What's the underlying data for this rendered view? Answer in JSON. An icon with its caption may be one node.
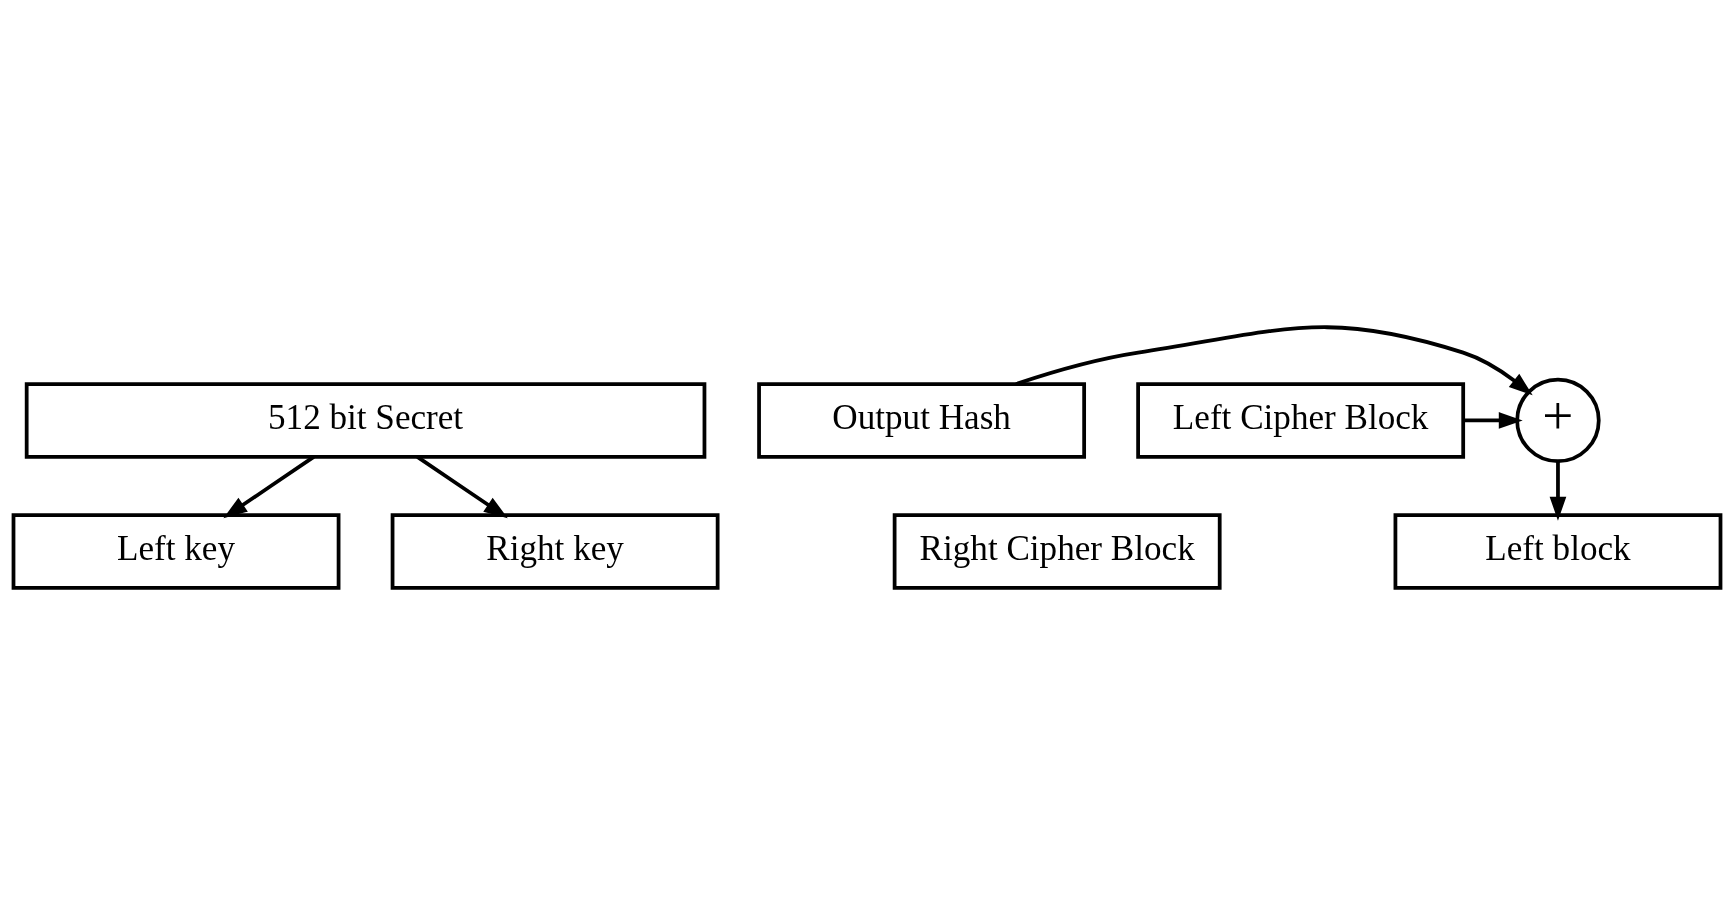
{
  "diagram": {
    "nodes": [
      {
        "text": [
          "512 bit Secret"
        ]
      },
      {
        "text": [
          "Left key"
        ]
      },
      {
        "text": [
          "Right key"
        ]
      },
      {
        "text": [
          "Right Cipher Block"
        ]
      },
      {
        "text": [
          "Output Hash"
        ]
      },
      {
        "text": [
          "+"
        ]
      },
      {
        "text": [
          "Left Cipher Block"
        ]
      },
      {
        "text": [
          "Left block"
        ]
      }
    ],
    "edges": [
      {
        "from": 0,
        "to": 1,
        "arrow": "to"
      },
      {
        "from": 0,
        "to": 2,
        "arrow": "to"
      },
      {
        "from": 4,
        "to": 5,
        "arrow": "to"
      },
      {
        "from": 6,
        "to": 5,
        "arrow": "to"
      },
      {
        "from": 5,
        "to": 7,
        "arrow": "to"
      }
    ]
  }
}
